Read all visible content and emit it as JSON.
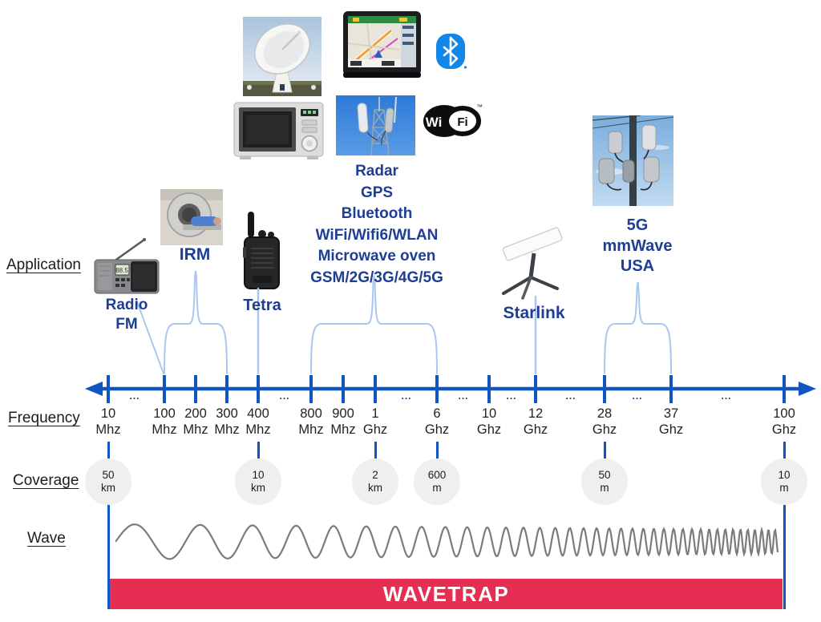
{
  "diagram": {
    "row_labels": {
      "application": "Application",
      "frequency": "Frequency",
      "coverage": "Coverage",
      "wave": "Wave"
    },
    "applications": [
      {
        "name": "radio-fm",
        "lines": [
          "Radio",
          "FM"
        ],
        "connector": {
          "type": "line",
          "to_tick": 1
        }
      },
      {
        "name": "irm",
        "lines": [
          "IRM"
        ],
        "connector": {
          "type": "brace",
          "from_tick": 1,
          "to_tick": 3
        }
      },
      {
        "name": "tetra",
        "lines": [
          "Tetra"
        ],
        "connector": {
          "type": "vline",
          "tick": 4
        }
      },
      {
        "name": "radar-group",
        "lines": [
          "Radar",
          "GPS",
          "Bluetooth",
          "WiFi/Wifi6/WLAN",
          "Microwave oven",
          "GSM/2G/3G/4G/5G"
        ],
        "connector": {
          "type": "brace",
          "from_tick": 5,
          "to_tick": 8
        }
      },
      {
        "name": "starlink",
        "lines": [
          "Starlink"
        ],
        "connector": {
          "type": "vline",
          "tick": 10
        }
      },
      {
        "name": "5g-mmwave-usa",
        "lines": [
          "5G",
          "mmWave",
          "USA"
        ],
        "connector": {
          "type": "brace",
          "from_tick": 11,
          "to_tick": 12
        }
      }
    ],
    "frequency_axis": {
      "ellipsis": "...",
      "ticks": [
        {
          "value": "10",
          "unit": "Mhz"
        },
        {
          "value": "100",
          "unit": "Mhz"
        },
        {
          "value": "200",
          "unit": "Mhz"
        },
        {
          "value": "300",
          "unit": "Mhz"
        },
        {
          "value": "400",
          "unit": "Mhz"
        },
        {
          "value": "800",
          "unit": "Mhz"
        },
        {
          "value": "900",
          "unit": "Mhz"
        },
        {
          "value": "1",
          "unit": "Ghz"
        },
        {
          "value": "6",
          "unit": "Ghz"
        },
        {
          "value": "10",
          "unit": "Ghz"
        },
        {
          "value": "12",
          "unit": "Ghz"
        },
        {
          "value": "28",
          "unit": "Ghz"
        },
        {
          "value": "37",
          "unit": "Ghz"
        },
        {
          "value": "100",
          "unit": "Ghz"
        }
      ]
    },
    "coverage_badges": [
      {
        "value": "50",
        "unit": "km",
        "tick": 0,
        "long_line": true
      },
      {
        "value": "10",
        "unit": "km",
        "tick": 4,
        "long_line": false
      },
      {
        "value": "2",
        "unit": "km",
        "tick": 7,
        "long_line": false
      },
      {
        "value": "600",
        "unit": "m",
        "tick": 8,
        "long_line": false
      },
      {
        "value": "50",
        "unit": "m",
        "tick": 11,
        "long_line": false
      },
      {
        "value": "10",
        "unit": "m",
        "tick": 13,
        "long_line": true
      }
    ],
    "banner": {
      "label": "WAVETRAP"
    },
    "logos": {
      "wifi_left": "Wi",
      "wifi_right": "Fi",
      "wifi_tm": "™"
    },
    "icons": [
      "radio-photo",
      "mri-scanner-photo",
      "walkie-talkie-photo",
      "satellite-dish-photo",
      "gps-navigator-photo",
      "bluetooth-logo",
      "microwave-oven-photo",
      "cell-tower-photo",
      "wifi-logo",
      "starlink-dish-photo",
      "5g-tower-photo"
    ],
    "colors": {
      "axis_blue": "#1155c0",
      "label_blue": "#1d3e94",
      "connector_light_blue": "#aac7ef",
      "banner_red": "#e62e52",
      "coverage_circle_bg": "#efeff0",
      "wave_gray": "#7b7b7b",
      "bluetooth_blue": "#1287e8"
    }
  }
}
